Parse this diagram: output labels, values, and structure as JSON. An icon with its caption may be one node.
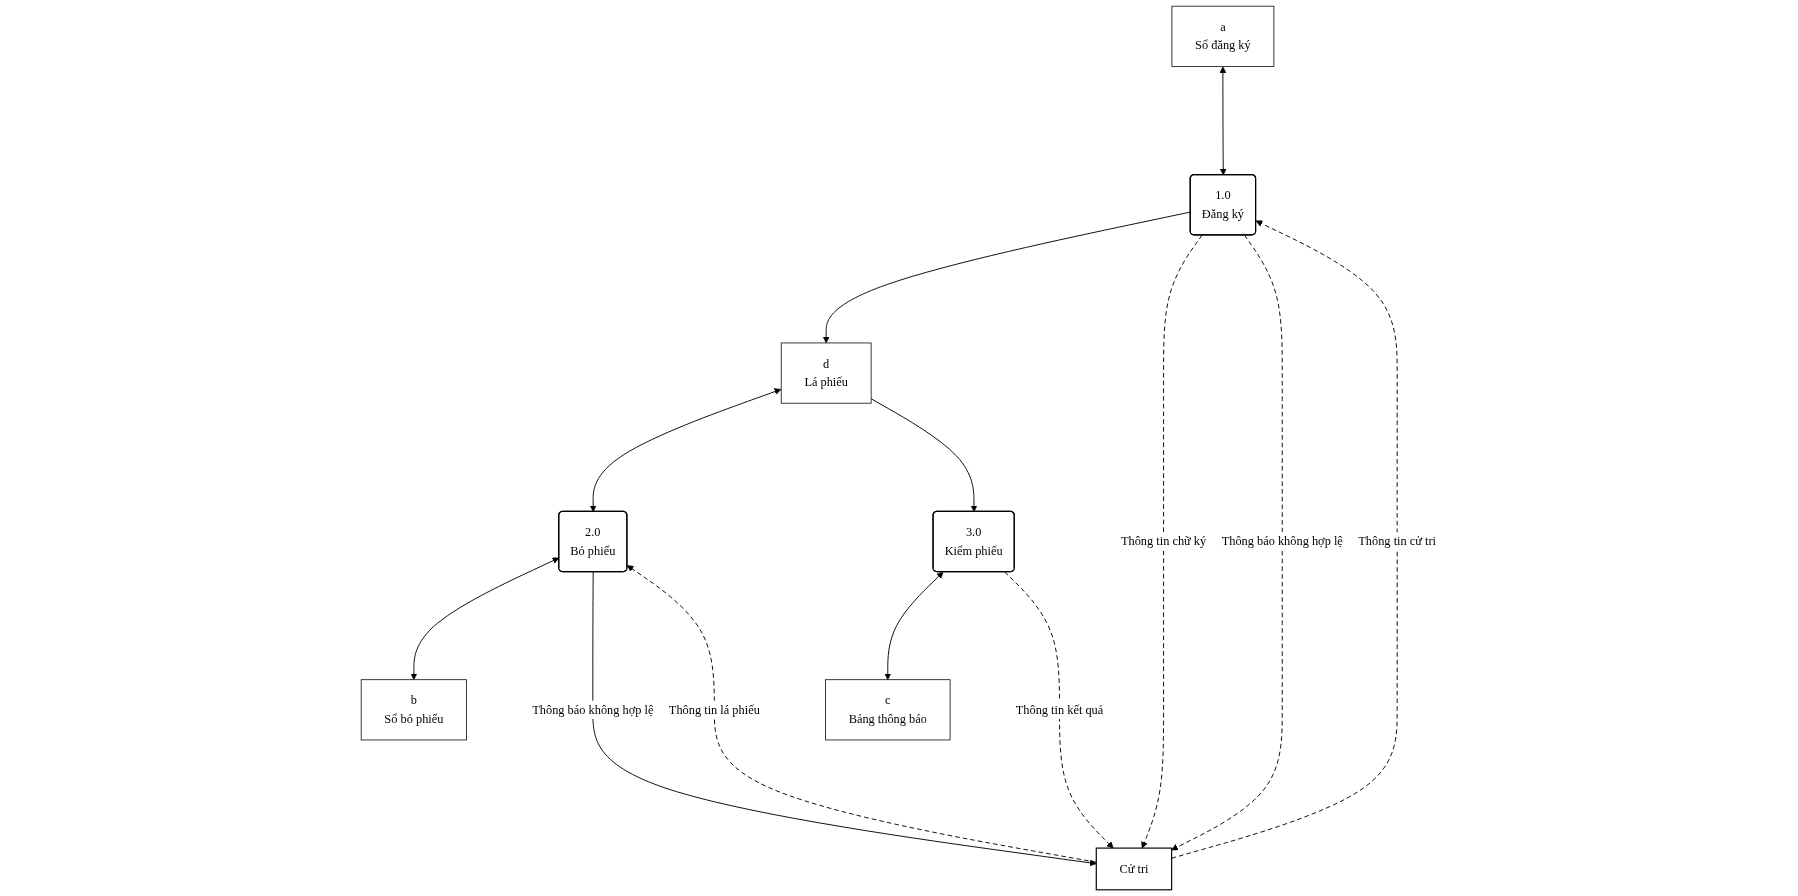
{
  "diagram": {
    "nodes": [
      {
        "text": [
          "a",
          "Sổ đăng ký"
        ]
      },
      {
        "text": [
          "d",
          "Lá phiếu"
        ]
      },
      {
        "text": [
          "1.0",
          "Đăng ký"
        ]
      },
      {
        "text": [
          "2.0",
          "Bỏ phiếu"
        ]
      },
      {
        "text": [
          "3.0",
          "Kiểm phiếu"
        ]
      },
      {
        "text": [
          "b",
          "Sổ bỏ phiếu"
        ]
      },
      {
        "text": [
          "c",
          "Bảng thông báo"
        ]
      },
      {
        "text": [
          "Cử tri"
        ]
      }
    ],
    "edges": [
      {
        "from": 0,
        "to": 2,
        "arrow": "both"
      },
      {
        "from": 2,
        "to": 1,
        "arrow": "to"
      },
      {
        "from": 1,
        "to": 3,
        "arrow": "both"
      },
      {
        "from": 1,
        "to": 4,
        "arrow": "to"
      },
      {
        "from": 3,
        "to": 5,
        "arrow": "both"
      },
      {
        "from": 4,
        "to": 6,
        "arrow": "both"
      },
      {
        "from": 2,
        "to": 7,
        "label": "Thông tin chữ ký",
        "arrow": "to",
        "style": "dashed"
      },
      {
        "from": 7,
        "to": 2,
        "label": "Thông tin cử tri",
        "arrow": "to",
        "style": "dashed"
      },
      {
        "from": 2,
        "to": 7,
        "label": "Thông báo không hợp lệ",
        "arrow": "to",
        "style": "dashed"
      },
      {
        "from": 7,
        "to": 3,
        "label": "Thông tin lá phiếu",
        "arrow": "to",
        "style": "dashed"
      },
      {
        "from": 3,
        "to": 7,
        "label": "Thông báo không hợp lệ",
        "arrow": "to"
      },
      {
        "from": 4,
        "to": 7,
        "label": "Thông tin kết quả",
        "arrow": "to",
        "style": "dashed"
      }
    ]
  }
}
